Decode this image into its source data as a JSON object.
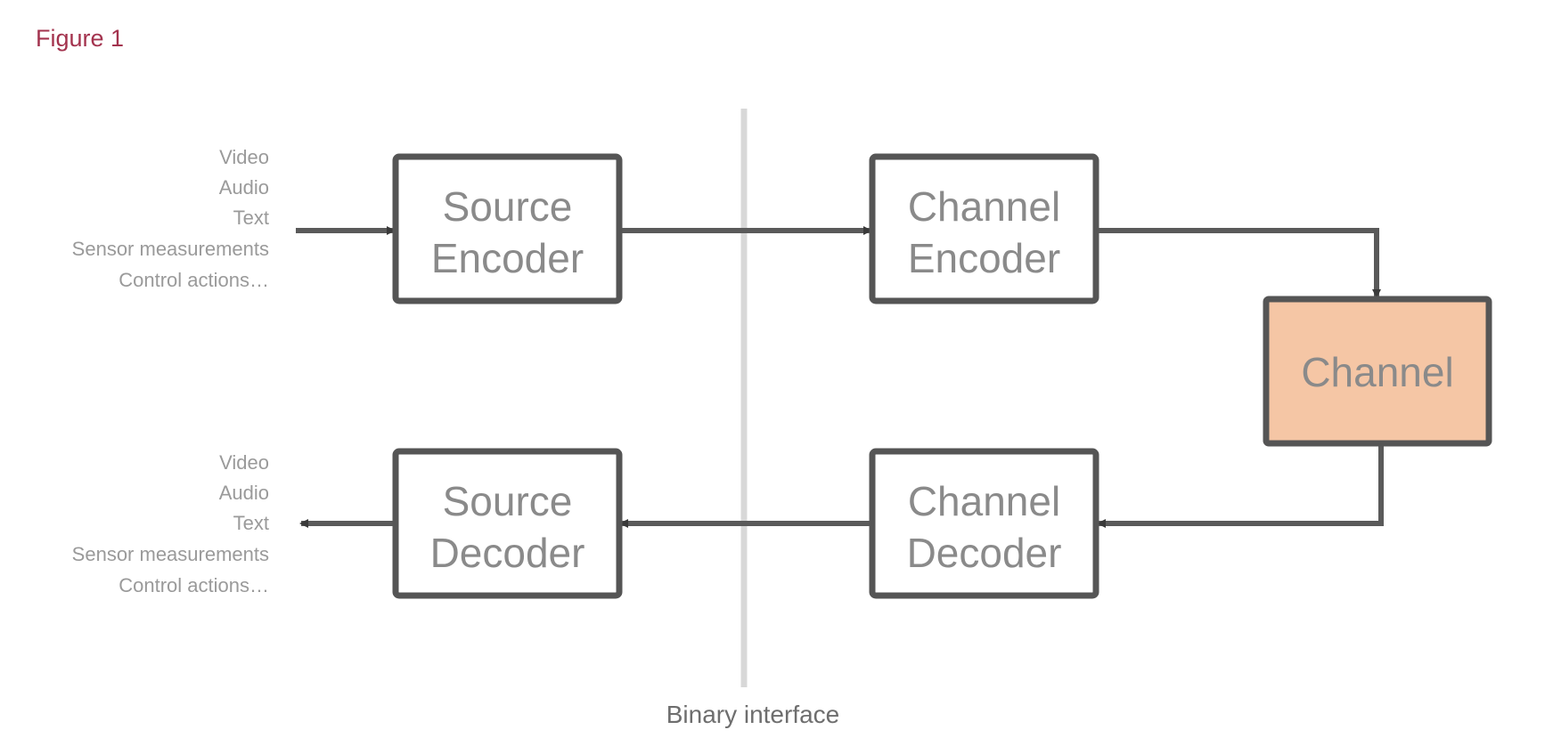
{
  "figure_label": "Figure 1",
  "blocks": {
    "source_encoder": [
      "Source",
      "Encoder"
    ],
    "channel_encoder": [
      "Channel",
      "Encoder"
    ],
    "channel": [
      "Channel"
    ],
    "channel_decoder": [
      "Channel",
      "Decoder"
    ],
    "source_decoder": [
      "Source",
      "Decoder"
    ]
  },
  "inputs": [
    "Video",
    "Audio",
    "Text",
    "Sensor measurements",
    "Control actions…"
  ],
  "outputs": [
    "Video",
    "Audio",
    "Text",
    "Sensor measurements",
    "Control actions…"
  ],
  "interface_label": "Binary interface",
  "colors": {
    "figure_label": "#a3334e",
    "channel_fill": "#f5c6a5",
    "block_stroke": "#555555",
    "arrow": "#5a5a5a",
    "divider": "#d8d8d8"
  }
}
